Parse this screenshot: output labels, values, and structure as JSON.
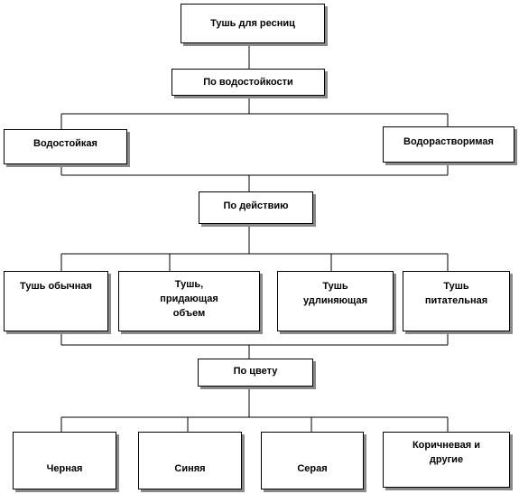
{
  "root": {
    "label": "Тушь для ресниц"
  },
  "levels": [
    {
      "criterion": "По  водостойкости",
      "items": [
        "Водостойкая",
        "Водорастворимая"
      ]
    },
    {
      "criterion": "По действию",
      "items": [
        "Тушь обычная",
        "Тушь,\nпридающая\nобъем",
        "Тушь\nудлиняющая",
        "Тушь\nпитательная"
      ]
    },
    {
      "criterion": "По цвету",
      "items": [
        "Черная",
        "Синяя",
        "Серая",
        "Коричневая и\nдругие"
      ]
    }
  ],
  "colors": {
    "line": "#000000",
    "shadow": "#8a8a8a",
    "box_fill": "#ffffff"
  }
}
